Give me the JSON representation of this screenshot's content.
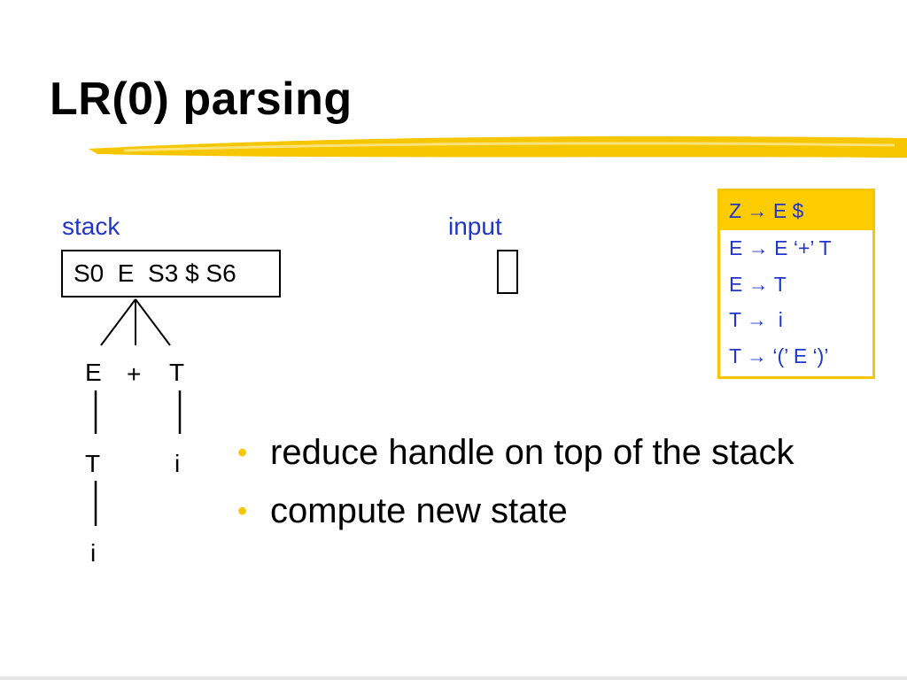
{
  "slide": {
    "title": "LR(0) parsing",
    "stack_label": "stack",
    "input_label": "input",
    "stack_contents": "S0  E  S3 $ S6",
    "tree": {
      "e": "E",
      "plus": "+",
      "t_top": "T",
      "t_under_e": "T",
      "i_under_t": "i",
      "i_under_t_top": "i"
    },
    "grammar": [
      "Z → E $",
      "E → E ‘+’ T",
      "E → T",
      "T →  i",
      "T → ‘(’ E ‘)’"
    ],
    "bullets": [
      "reduce handle on top of the stack",
      "compute new state"
    ],
    "colors": {
      "accent_yellow": "#f6c700",
      "label_blue": "#1f36c8"
    }
  }
}
